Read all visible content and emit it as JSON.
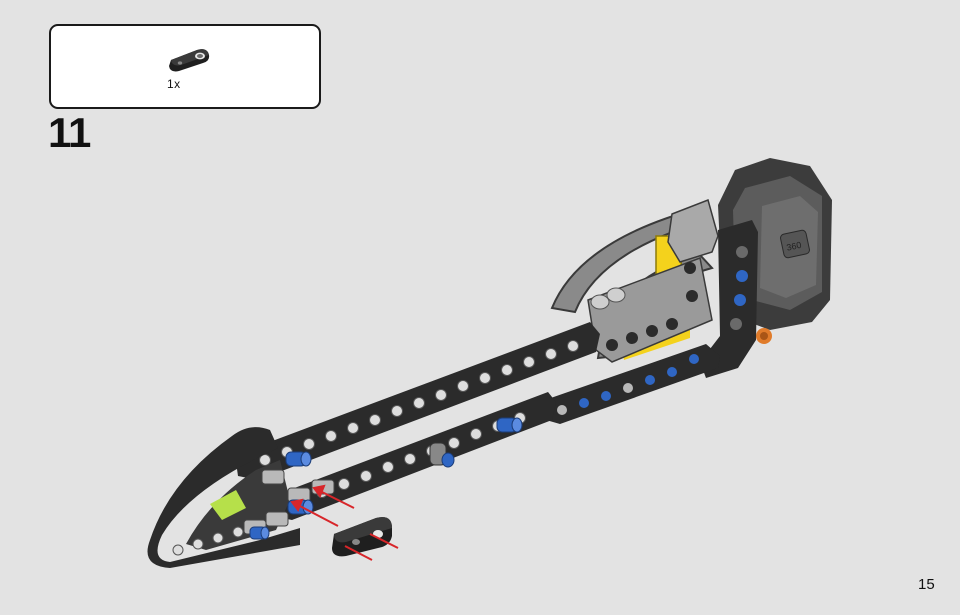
{
  "parts_callout": {
    "quantity": "1x"
  },
  "step": {
    "number": "11"
  },
  "page": {
    "number": "15"
  },
  "colors": {
    "background": "#e3e3e3",
    "beam_black": "#2b2b2b",
    "dark_grey": "#5a5a5a",
    "light_grey": "#b9b9b9",
    "blue_pin": "#2f66c4",
    "yellow": "#f4d21c",
    "lime": "#b6e04a",
    "orange": "#e07b2a",
    "arrow_red": "#d8262a"
  }
}
